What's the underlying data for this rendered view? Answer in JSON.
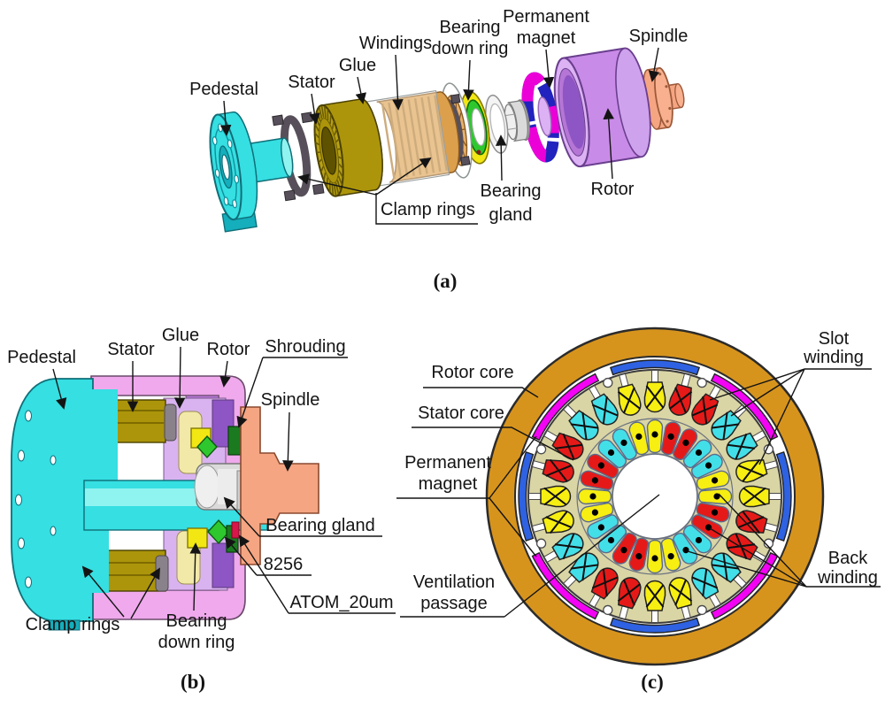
{
  "figure": {
    "captions": {
      "a": "(a)",
      "b": "(b)",
      "c": "(c)"
    },
    "panel_a": {
      "labels": {
        "pedestal": "Pedestal",
        "stator": "Stator",
        "glue": "Glue",
        "windings": "Windings",
        "bearing_down_l1": "Bearing",
        "bearing_down_l2": "down ring",
        "magnet_l1": "Permanent",
        "magnet_l2": "magnet",
        "spindle": "Spindle",
        "clamp_rings": "Clamp rings",
        "gland_l1": "Bearing",
        "gland_l2": "gland",
        "rotor": "Rotor"
      }
    },
    "panel_b": {
      "labels": {
        "pedestal": "Pedestal",
        "stator": "Stator",
        "glue": "Glue",
        "rotor": "Rotor",
        "shrouding": "Shrouding",
        "spindle": "Spindle",
        "bearing_gland": "Bearing gland",
        "bearing_code": "8256",
        "encoder": "ATOM_20um",
        "clamp_rings": "Clamp rings",
        "bearing_down_l1": "Bearing",
        "bearing_down_l2": "down ring"
      }
    },
    "panel_c": {
      "labels": {
        "rotor_core": "Rotor core",
        "stator_core": "Stator core",
        "magnet_l1": "Permanent",
        "magnet_l2": "magnet",
        "vent_l1": "Ventilation",
        "vent_l2": "passage",
        "slot_l1": "Slot",
        "slot_l2": "winding",
        "back_l1": "Back",
        "back_l2": "winding"
      },
      "structure": {
        "outer_slot_count": 24,
        "inner_slot_count": 24,
        "magnet_arc_count": 8,
        "ventilation_hole_count": 8,
        "slot_color_pattern": [
          "slot_yellow",
          "slot_red",
          "slot_red",
          "slot_cyan",
          "slot_cyan",
          "slot_yellow"
        ],
        "magnet_arc_pattern": [
          "arc_blue",
          "arc_magenta"
        ]
      }
    }
  },
  "colors": {
    "cyan": "#35DFE2",
    "cyan_dark": "#14AEBC",
    "cyan_light": "#8FF3F0",
    "olive": "#AC950B",
    "olive_light": "#B7A117",
    "olive_dark": "#7E6C00",
    "olive_deep": "#5E5200",
    "copper": "#DC9F4C",
    "copper_dark": "#B07A2C",
    "copper_light": "#E9B169",
    "gray_clamp": "#57505A",
    "yellow": "#F2E713",
    "green": "#2EC82E",
    "green_dark": "#1B7A1F",
    "magenta": "#EC00D8",
    "blue": "#2222BE",
    "violet_body": "#C98BE8",
    "violet_light": "#DCB2F5",
    "violet_mid": "#B576D6",
    "violet_deep": "#8E55C4",
    "pink_shell": "#EFA9EC",
    "violet_pale": "#D9B3F0",
    "pale_yellow": "#F2E9A8",
    "salmon": "#F5A582",
    "salmon_light": "#F8B08F",
    "silver": "#DADADA",
    "silver_light": "#EFEFEF",
    "red_atom": "#D81648",
    "rotor_core": "#D7941D",
    "stator_core": "#DAD5A5",
    "slot_red": "#E51A18",
    "slot_yellow": "#F7EE12",
    "slot_cyan": "#43DFE8",
    "arc_blue": "#2E62E2",
    "arc_magenta": "#F303F3",
    "ink": "#141414"
  }
}
